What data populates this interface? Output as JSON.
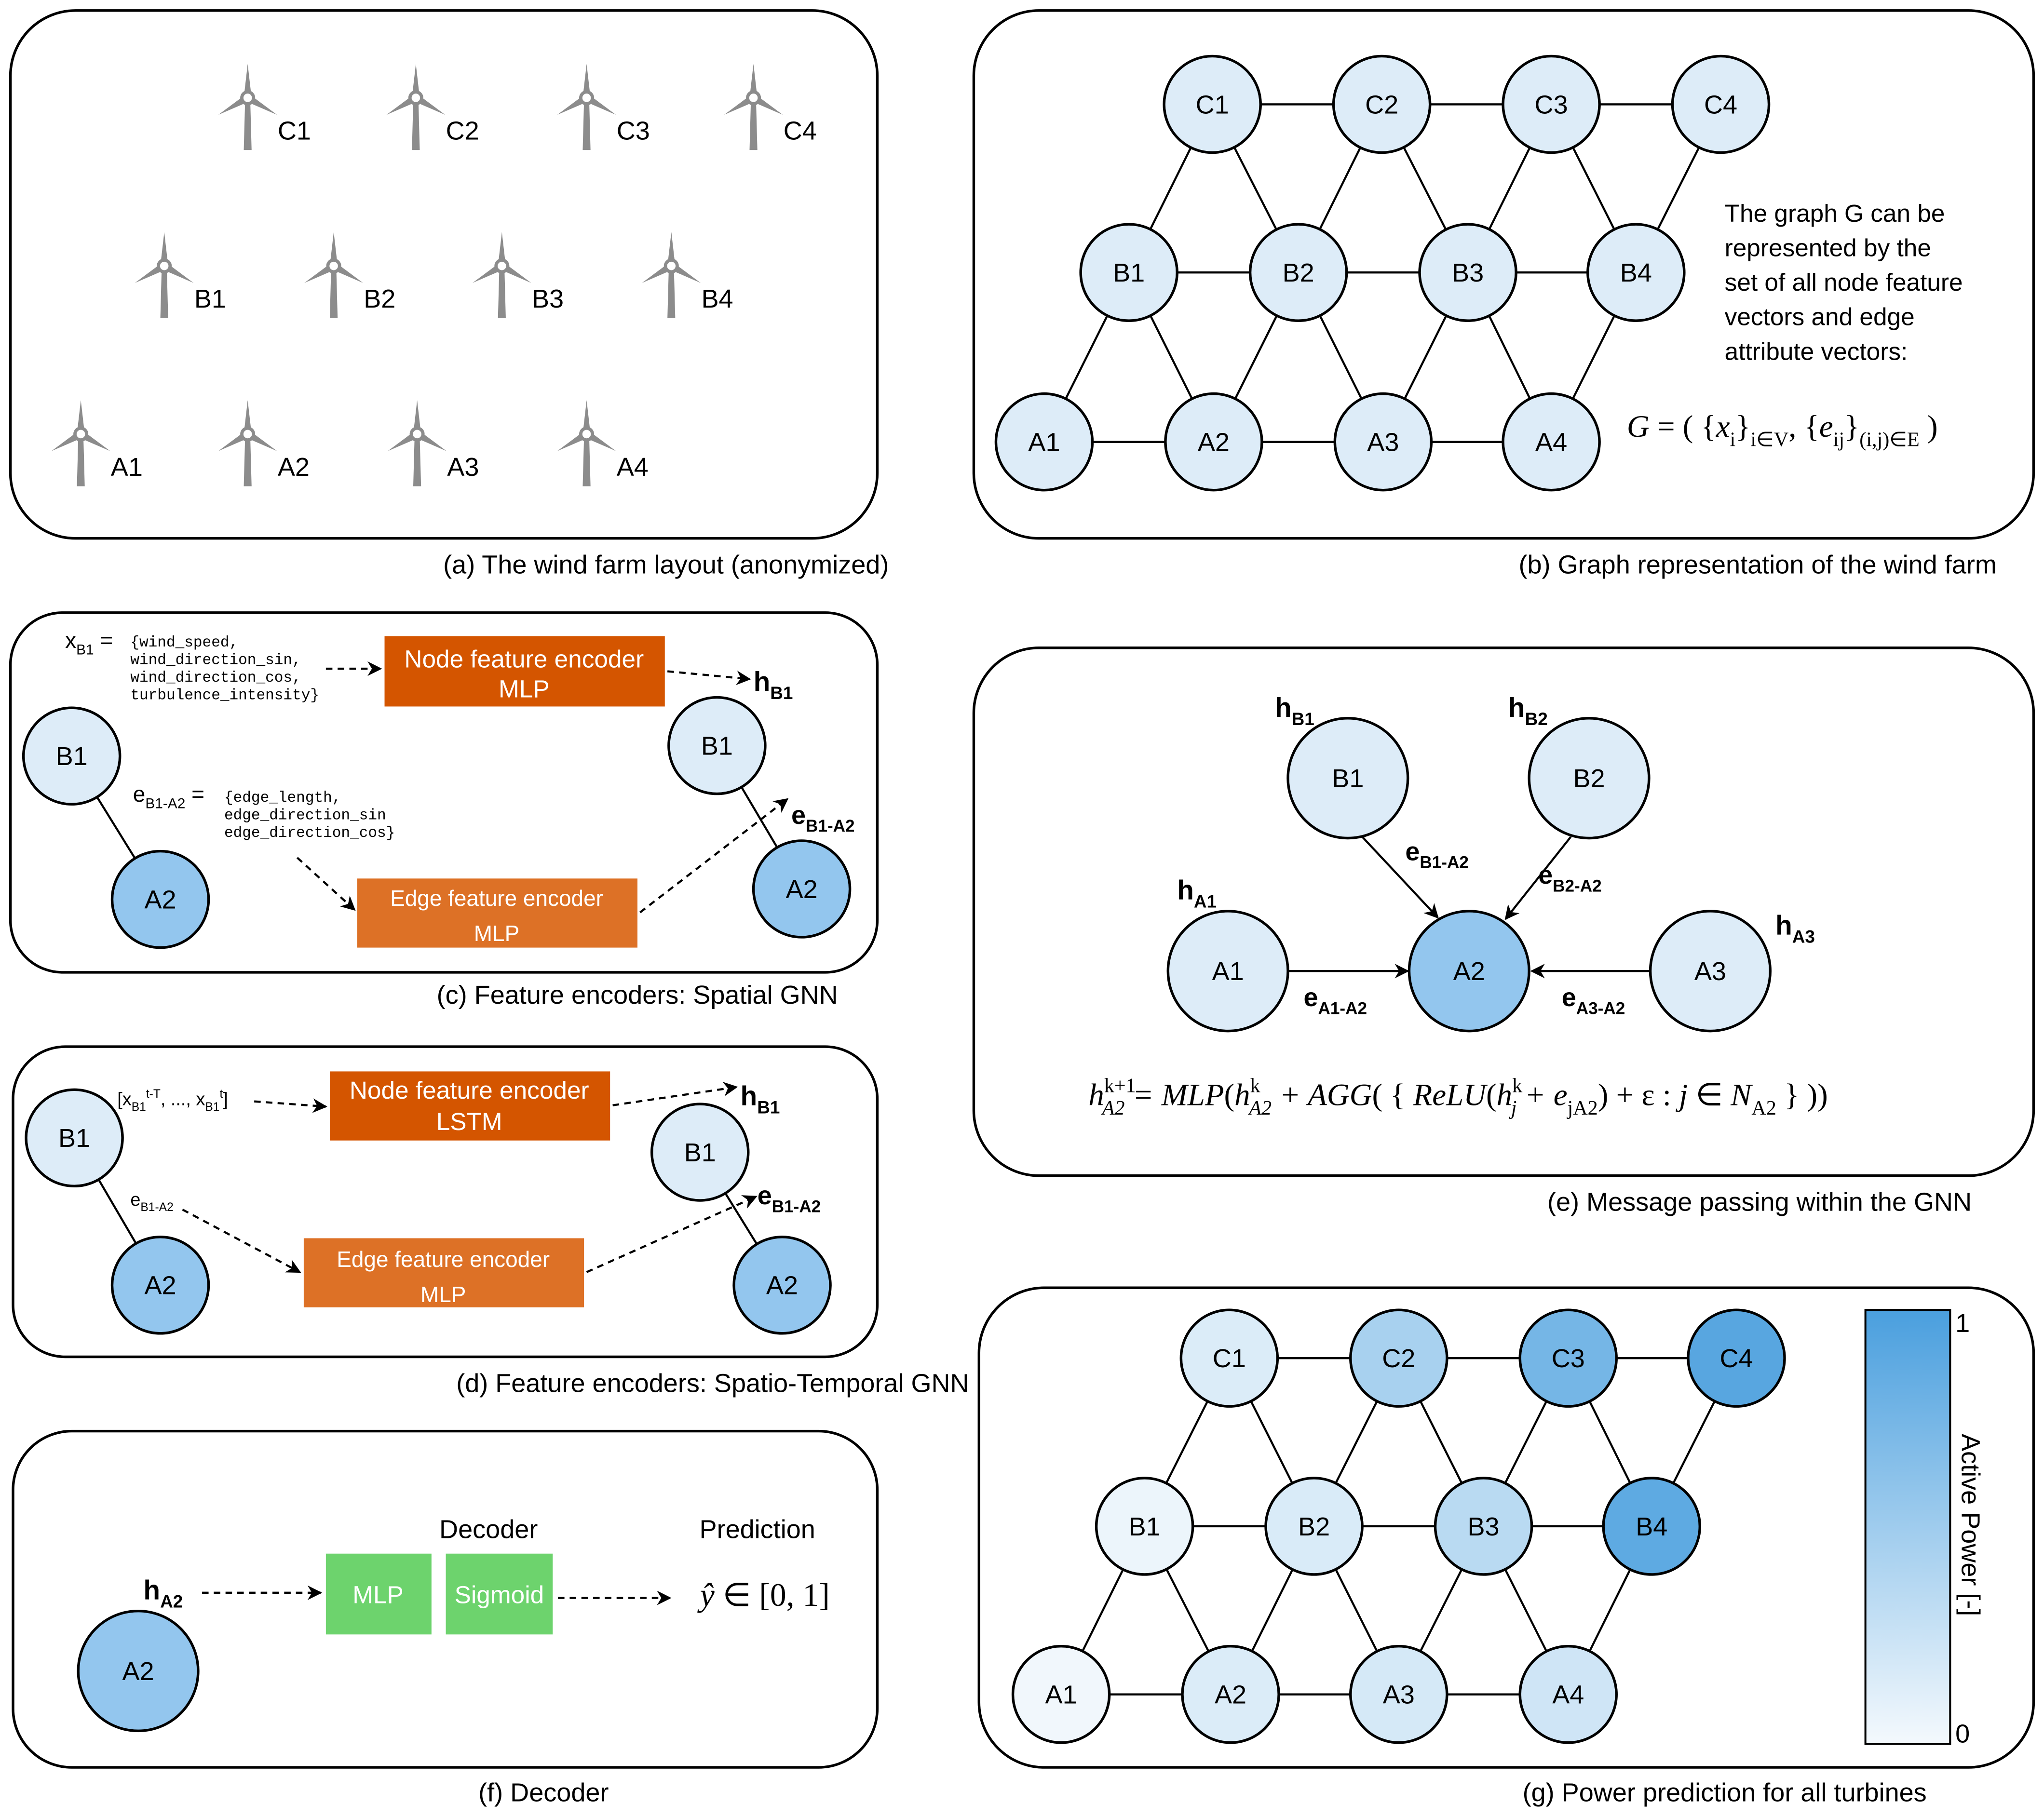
{
  "panel_a": {
    "caption": "(a) The wind farm layout (anonymized)",
    "turbines": [
      "C1",
      "C2",
      "C3",
      "C4",
      "B1",
      "B2",
      "B3",
      "B4",
      "A1",
      "A2",
      "A3",
      "A4"
    ],
    "turbine_color": "#8c8c8c"
  },
  "panel_b": {
    "caption": "(b) Graph representation of the wind farm",
    "nodes": [
      "C1",
      "C2",
      "C3",
      "C4",
      "B1",
      "B2",
      "B3",
      "B4",
      "A1",
      "A2",
      "A3",
      "A4"
    ],
    "node_color": "#ddecf8",
    "text": [
      "The graph G can be",
      "represented by the",
      "set of all node feature",
      "vectors and edge",
      "attribute vectors:"
    ],
    "formula": [
      {
        "t": "G",
        "m": "i"
      },
      {
        "t": " = ( {",
        "m": "n"
      },
      {
        "t": "x",
        "m": "i"
      },
      {
        "t": "i",
        "m": "sub"
      },
      {
        "t": "}",
        "m": "n"
      },
      {
        "t": "i∈V",
        "m": "sub"
      },
      {
        "t": ", {",
        "m": "n"
      },
      {
        "t": "e",
        "m": "i"
      },
      {
        "t": "ij",
        "m": "sub"
      },
      {
        "t": "}",
        "m": "n"
      },
      {
        "t": "(i,j)∈E",
        "m": "sub"
      },
      {
        "t": " )",
        "m": "n"
      }
    ]
  },
  "panel_c": {
    "caption": "(c) Feature encoders: Spatial GNN",
    "x_label": [
      {
        "t": "x",
        "m": "n"
      },
      {
        "t": "B1",
        "m": "sub"
      },
      {
        "t": " = ",
        "m": "n"
      }
    ],
    "x_features": [
      "{wind_speed,",
      "wind_direction_sin,",
      "wind_direction_cos,",
      "turbulence_intensity}"
    ],
    "e_label": [
      {
        "t": "e",
        "m": "n"
      },
      {
        "t": "B1-A2",
        "m": "sub"
      },
      {
        "t": " = ",
        "m": "n"
      }
    ],
    "e_features": [
      "{edge_length,",
      "edge_direction_sin",
      "edge_direction_cos}"
    ],
    "node_encoder": [
      "Node feature encoder",
      "MLP"
    ],
    "edge_encoder": [
      "Edge feature encoder",
      "MLP"
    ],
    "h_out": [
      {
        "t": "h",
        "m": "n"
      },
      {
        "t": "B1",
        "m": "sub"
      }
    ],
    "e_out": [
      {
        "t": "e",
        "m": "n"
      },
      {
        "t": "B1-A2",
        "m": "sub"
      }
    ],
    "nodes": {
      "b1": "B1",
      "a2": "A2"
    }
  },
  "panel_d": {
    "caption": "(d) Feature encoders: Spatio-Temporal GNN",
    "x_seq": [
      {
        "t": "[x",
        "m": "n"
      },
      {
        "t": "B1",
        "m": "sub"
      },
      {
        "t": "t-T",
        "m": "sup"
      },
      {
        "t": ", ..., x",
        "m": "n"
      },
      {
        "t": "B1",
        "m": "sub"
      },
      {
        "t": "t",
        "m": "sup"
      },
      {
        "t": "]",
        "m": "n"
      }
    ],
    "e_label": [
      {
        "t": "e",
        "m": "n"
      },
      {
        "t": "B1-A2",
        "m": "sub"
      }
    ],
    "node_encoder": [
      "Node feature encoder",
      "LSTM"
    ],
    "edge_encoder": [
      "Edge feature encoder",
      "MLP"
    ],
    "h_out": [
      {
        "t": "h",
        "m": "n"
      },
      {
        "t": "B1",
        "m": "sub"
      }
    ],
    "e_out": [
      {
        "t": "e",
        "m": "n"
      },
      {
        "t": "B1-A2",
        "m": "sub"
      }
    ],
    "nodes": {
      "b1": "B1",
      "a2": "A2"
    }
  },
  "panel_e": {
    "caption": "(e) Message passing within the GNN",
    "nodes": {
      "b1": "B1",
      "b2": "B2",
      "a1": "A1",
      "a2": "A2",
      "a3": "A3"
    },
    "h_labels": {
      "b1": [
        {
          "t": "h",
          "m": "n"
        },
        {
          "t": "B1",
          "m": "sub"
        }
      ],
      "b2": [
        {
          "t": "h",
          "m": "n"
        },
        {
          "t": "B2",
          "m": "sub"
        }
      ],
      "a1": [
        {
          "t": "h",
          "m": "n"
        },
        {
          "t": "A1",
          "m": "sub"
        }
      ],
      "a3": [
        {
          "t": "h",
          "m": "n"
        },
        {
          "t": "A3",
          "m": "sub"
        }
      ]
    },
    "e_labels": {
      "b1": [
        {
          "t": "e",
          "m": "n"
        },
        {
          "t": "B1-A2",
          "m": "sub"
        }
      ],
      "b2": [
        {
          "t": "e",
          "m": "n"
        },
        {
          "t": "B2-A2",
          "m": "sub"
        }
      ],
      "a1": [
        {
          "t": "e",
          "m": "n"
        },
        {
          "t": "A1-A2",
          "m": "sub"
        }
      ],
      "a3": [
        {
          "t": "e",
          "m": "n"
        },
        {
          "t": "A3-A2",
          "m": "sub"
        }
      ]
    },
    "formula": [
      {
        "t": "h",
        "m": "i"
      },
      {
        "t": "k+1",
        "m": "sup"
      },
      {
        "t": "A2",
        "m": "subi"
      },
      {
        "t": " = MLP",
        "m": "i"
      },
      {
        "t": "(",
        "m": "n"
      },
      {
        "t": "h",
        "m": "i"
      },
      {
        "t": "k",
        "m": "sup"
      },
      {
        "t": "A2",
        "m": "subi"
      },
      {
        "t": " + AGG",
        "m": "i"
      },
      {
        "t": "( { ",
        "m": "n"
      },
      {
        "t": "ReLU",
        "m": "i"
      },
      {
        "t": "(",
        "m": "n"
      },
      {
        "t": "h",
        "m": "i"
      },
      {
        "t": "k",
        "m": "sup"
      },
      {
        "t": "j",
        "m": "subi"
      },
      {
        "t": " + e",
        "m": "i"
      },
      {
        "t": "jA2",
        "m": "sub"
      },
      {
        "t": ") + ε : ",
        "m": "n"
      },
      {
        "t": "j",
        "m": "i"
      },
      {
        "t": " ∈ ",
        "m": "n"
      },
      {
        "t": "N",
        "m": "i"
      },
      {
        "t": "A2",
        "m": "sub"
      },
      {
        "t": " } ))",
        "m": "n"
      }
    ]
  },
  "panel_f": {
    "caption": "(f) Decoder",
    "decoder_title": "Decoder",
    "prediction_title": "Prediction",
    "h_in": [
      {
        "t": "h",
        "m": "n"
      },
      {
        "t": "A2",
        "m": "sub"
      }
    ],
    "node": "A2",
    "mlp_label": "MLP",
    "sigmoid_label": "Sigmoid",
    "output": [
      {
        "t": "ŷ",
        "m": "i"
      },
      {
        "t": " ∈ [0, 1]",
        "m": "n"
      }
    ],
    "box_color": "#6dd36d"
  },
  "panel_g": {
    "caption": "(g) Power prediction for all turbines",
    "colorbar_label": "Active Power [-]",
    "colorbar_max": "1",
    "colorbar_min": "0",
    "colorbar_colors": [
      "#f4f9fd",
      "#4a9fde"
    ],
    "nodes": [
      {
        "label": "C1",
        "power": 0.15
      },
      {
        "label": "C2",
        "power": 0.45
      },
      {
        "label": "C3",
        "power": 0.75
      },
      {
        "label": "C4",
        "power": 0.92
      },
      {
        "label": "B1",
        "power": 0.05
      },
      {
        "label": "B2",
        "power": 0.16
      },
      {
        "label": "B3",
        "power": 0.35
      },
      {
        "label": "B4",
        "power": 0.88
      },
      {
        "label": "A1",
        "power": 0.02
      },
      {
        "label": "A2",
        "power": 0.15
      },
      {
        "label": "A3",
        "power": 0.18
      },
      {
        "label": "A4",
        "power": 0.22
      }
    ]
  },
  "colors": {
    "light_node": "#ddecf8",
    "target_node": "#93c6ee",
    "node_encoder": "#d45500",
    "edge_encoder": "#dd7126"
  }
}
